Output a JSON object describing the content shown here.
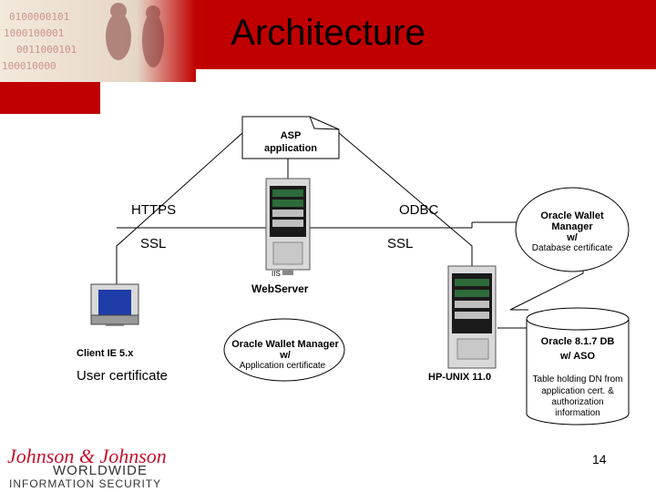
{
  "slide": {
    "title": "Architecture",
    "page_number": "14"
  },
  "diagram": {
    "asp_application": {
      "line1": "ASP",
      "line2": "application"
    },
    "web_server": {
      "label": "WebServer",
      "tag": "IIS"
    },
    "client": {
      "name": "Client IE 5.x",
      "certificate": "User certificate"
    },
    "links": {
      "https": "HTTPS",
      "ssl_left": "SSL",
      "odbc": "ODBC",
      "ssl_right": "SSL"
    },
    "wallet_db": {
      "line1": "Oracle Wallet",
      "line2": "Manager",
      "line3": "w/",
      "line4": "Database certificate"
    },
    "wallet_app": {
      "line1": "Oracle Wallet Manager",
      "line2": "w/",
      "line3": "Application certificate"
    },
    "db_server": {
      "label": "HP-UNIX 11.0"
    },
    "database": {
      "title1": "Oracle 8.1.7 DB",
      "title2": "w/ ASO",
      "desc1": "Table holding DN from",
      "desc2": "application cert. &",
      "desc3": "authorization",
      "desc4": "information"
    }
  },
  "branding": {
    "company": "Johnson & Johnson",
    "line1": "WORLDWIDE",
    "line2": "INFORMATION SECURITY"
  },
  "colors": {
    "header_red": "#c00000",
    "logo_red": "#c8102e"
  }
}
